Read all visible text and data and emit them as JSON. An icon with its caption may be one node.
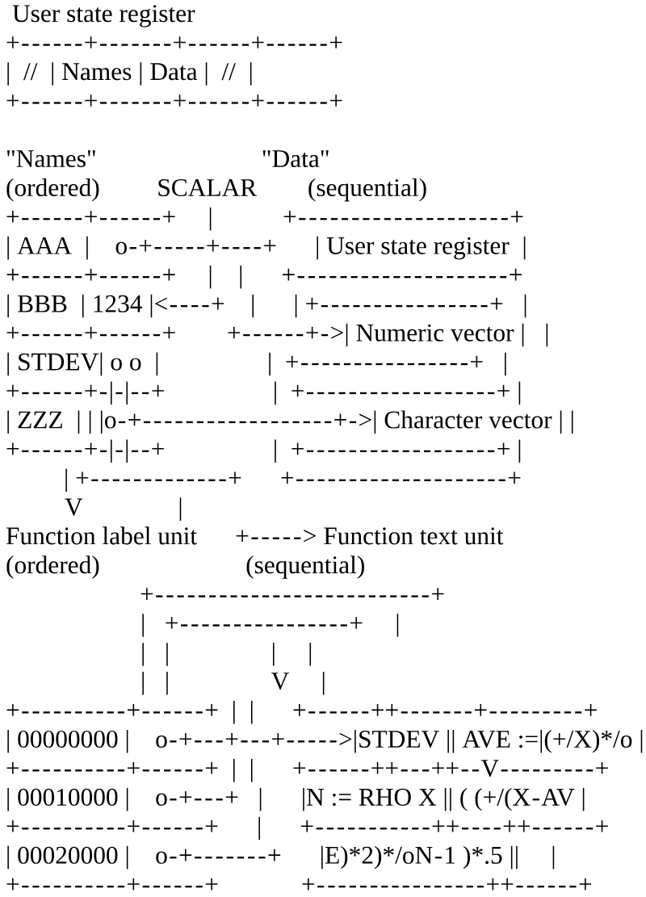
{
  "diagram": {
    "labels": [
      "User state register",
      "+------+-------+------+------+",
      "|  //  | Names | Data |  //  |",
      "+------+-------+------+------+",
      "\"Names\"                          \"Data\"",
      "(ordered)         SCALAR        (sequential)",
      "+------+------+     |           +--------------------+",
      "| AAA  |    o-+-----+----+      | User state register  |",
      "+------+------+     |    |      +--------------------+",
      "| BBB  | 1234 |<----+    |      | +----------------+   |",
      "+------+------+        +------+->| Numeric vector |   |",
      "| STDEV| o o  |                 |  +----------------+   |",
      "+------+-|-|--+                 |  +------------------+ |",
      "| ZZZ  | | |o-+------------------+->| Character vector | |",
      "+------+-|-|--+                 |  +------------------+ |",
      "| +-------------+      +--------------------+",
      "V               |",
      "Function label unit      +-----> Function text unit",
      "(ordered)                       (sequential)",
      "+--------------------------+",
      "|   +----------------+     |",
      "|   |                |     |",
      "|   |                V     |",
      "+----------+------+  |  |      +------++-------+---------+",
      "| 00000000 |    o-+---+---+----->|STDEV || AVE :=|(+/X)*/o |",
      "+----------+------+  |  |      +------++---++--V---------+",
      "| 00010000 |    o-+---+   |      |N := RHO X || ( (+/(X-AV |",
      "+----------+------+      |      +-----------++----++------+",
      "| 00020000 |    o-+-------+      |E)*2)",
      "*/oN-1 )",
      "*.5 ||     |",
      "+----------+------+             +----------------++------+"
    ]
  }
}
